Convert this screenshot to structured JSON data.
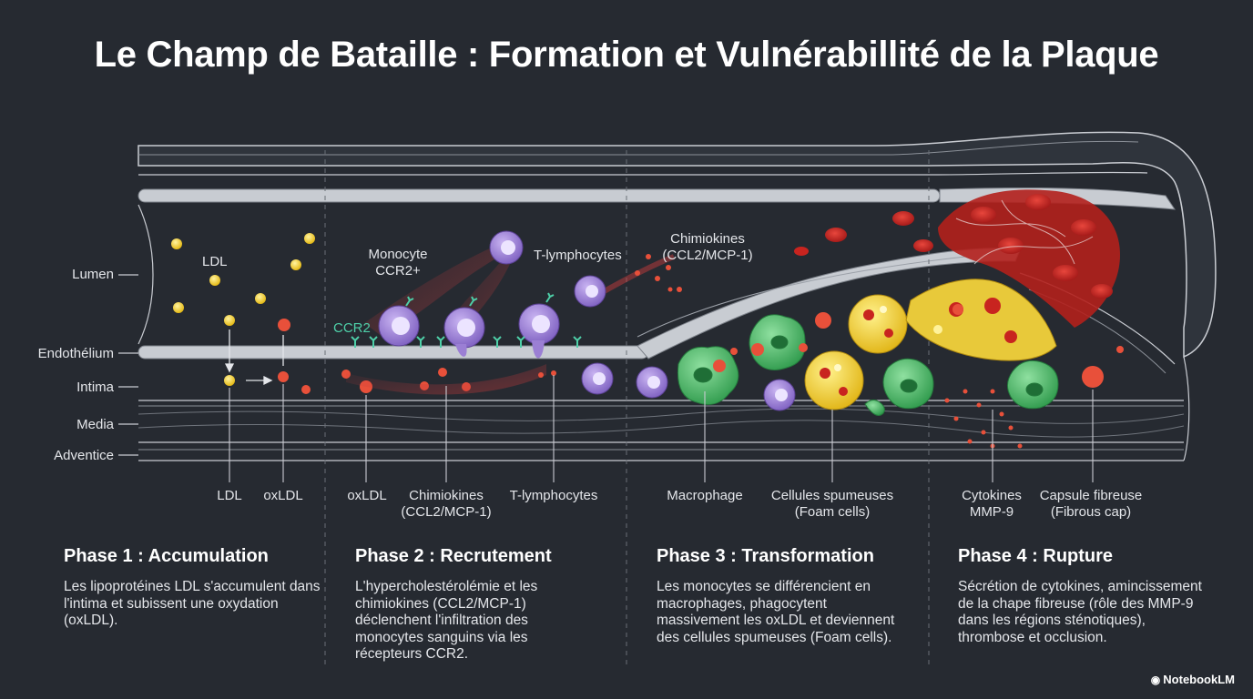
{
  "title": "Le Champ de Bataille : Formation et Vulnérabillité de la Plaque",
  "layers": [
    "Lumen",
    "Endothélium",
    "Intima",
    "Media",
    "Adventice"
  ],
  "inner_labels": {
    "ldl": "LDL",
    "monocyte": "Monocyte\nCCR2+",
    "t_lymph": "T-lymphocytes",
    "chemokines": "Chimiokines\n(CCL2/MCP-1)",
    "ccr2": "CCR2"
  },
  "bottom_labels": [
    "LDL",
    "oxLDL",
    "oxLDL",
    "Chimiokines\n(CCL2/MCP-1)",
    "T-lymphocytes",
    "Macrophage",
    "Cellules spumeuses\n(Foam cells)",
    "Cytokines\nMMP-9",
    "Capsule fibreuse\n(Fibrous cap)"
  ],
  "phases": [
    {
      "title": "Phase 1 : Accumulation",
      "text": "Les lipoprotéines LDL s'accumulent dans l'intima et subissent une oxydation (oxLDL)."
    },
    {
      "title": "Phase 2 : Recrutement",
      "text": "L'hypercholestérolémie et les chimiokines (CCL2/MCP-1) déclenchent l'infiltration des monocytes sanguins via les récepteurs CCR2."
    },
    {
      "title": "Phase 3 : Transformation",
      "text": "Les monocytes se différencient en macrophages, phagocytent massivement les oxLDL et deviennent des cellules spumeuses (Foam cells)."
    },
    {
      "title": "Phase 4 : Rupture",
      "text": "Sécrétion de cytokines, amincissement de la chape fibreuse (rôle des MMP-9 dans les régions sténotiques), thrombose et occlusion."
    }
  ],
  "brand": "NotebookLM",
  "colors": {
    "background": "#262a31",
    "ldl": "#f4d03f",
    "oxldl": "#e8503a",
    "monocyte": "#9b7fd4",
    "macrophage": "#4fb86a",
    "foam_cell": "#f2d23a",
    "blood": "#c8241f",
    "receptor": "#4ecfa8"
  }
}
